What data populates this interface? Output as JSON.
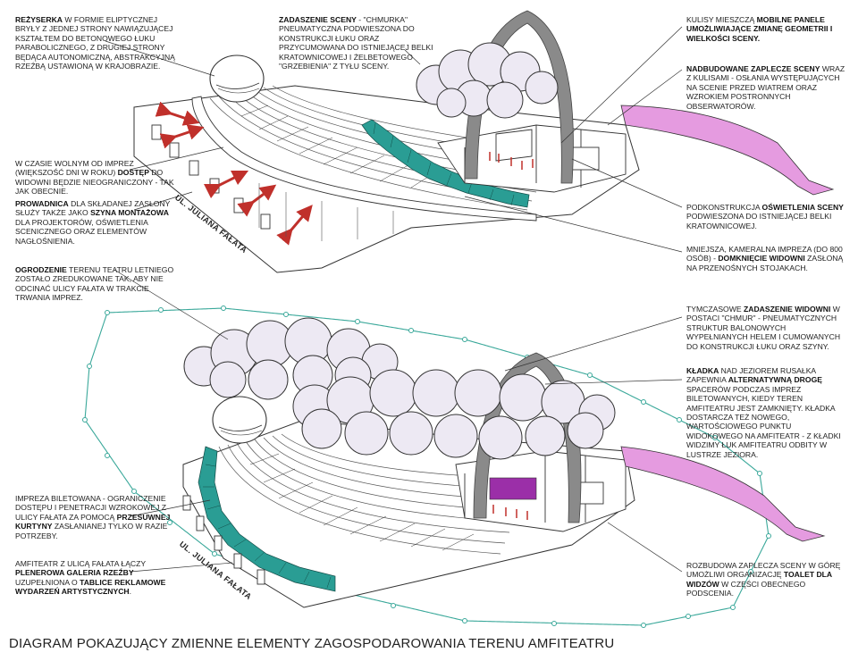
{
  "title": "DIAGRAM POKAZUJĄCY ZMIENNE ELEMENTY ZAGOSPODAROWANIA TERENU AMFITEATRU",
  "street_label": "UL. JULIANA FAŁATA",
  "colors": {
    "curtain": "#2a9d94",
    "arrow": "#c0302b",
    "gallery": "#e59be0",
    "fence": "#3aa89a",
    "arch": "#8a8a8a",
    "cloud": "#ede9f3",
    "stage_panel": "#9b2fa8"
  },
  "top": {
    "left_notes": [
      {
        "id": "rezyserka",
        "strong": "Reżyserka",
        "text": " w formie eliptycznej bryły z jednej strony nawiązującej kształtem do betonowego łuku parabolicznego, z drugiej strony będąca autonomiczną, abstrakcyjną rzeźbą ustawioną w krajobrazie."
      },
      {
        "id": "dostep",
        "pre": "W czasie wolnym od imprez (większość dni w roku) ",
        "strong": "dostęp",
        "text": " do widowni będzie nieograniczony - tak jak obecnie."
      },
      {
        "id": "prowadnica",
        "strong": "Prowadnica",
        "mid": " dla składanej zasłony służy także jako ",
        "strong2": "szyna montażowa",
        "text": " dla projektorów, oświetlenia scenicznego oraz elementów nagłośnienia."
      }
    ],
    "center_note": {
      "strong": "Zadaszenie sceny",
      "text": " - \"chmurka\" pneumatyczna podwieszona do konstrukcji łuku oraz przycumowana do istniejącej belki kratownicowej i żelbetowego \"grzebienia\" z tyłu sceny."
    },
    "right_notes": [
      {
        "id": "kulisy",
        "pre": "Kulisy mieszczą ",
        "strong": "mobilne panele umożliwiające zmianę geometrii i wielkości sceny."
      },
      {
        "id": "zaplecze",
        "strong": "Nadbudowane zaplecze sceny",
        "text": " wraz z kulisami - osłania występujących na scenie przed wiatrem oraz wzrokiem postronnych obserwatorów."
      },
      {
        "id": "oswietlenie",
        "pre": "Podkonstrukcja ",
        "strong": "oświetlenia sceny",
        "text": " podwieszona do istniejącej belki kratownicowej."
      },
      {
        "id": "kameralna",
        "pre": "Mniejsza, kameralna impreza (do 800 osób) - ",
        "strong": "domknięcie widowni",
        "text": " zasłoną na przenośnych stojakach."
      }
    ]
  },
  "middle_left_note": {
    "strong": "Ogrodzenie",
    "text": " terenu teatru letniego zostało zredukowane tak, aby nie odcinać ulicy Fałata w trakcie trwania imprez."
  },
  "bottom": {
    "left_notes": [
      {
        "id": "biletowana",
        "pre": "Impreza biletowana - ograniczenie dostępu i penetracji wzrokowej z ulicy Fałata za pomocą ",
        "strong": "przesuwnej kurtyny",
        "text": " zasłanianej tylko w razie potrzeby."
      },
      {
        "id": "galeria",
        "pre": "Amfiteatr z ulicą Fałata łączy ",
        "strong": "plenerowa galeria rzeźby",
        "mid": " uzupełniona o ",
        "strong2": "tablice reklamowe wydarzeń artystycznych",
        "text": "."
      }
    ],
    "right_notes": [
      {
        "id": "chmury",
        "pre": "Tymczasowe ",
        "strong": "zadaszenie widowni",
        "text": " w postaci \"chmur\" - pneumatycznych struktur balonowych wypełnianych helem i cumowanych do konstrukcji łuku oraz szyny."
      },
      {
        "id": "kladka",
        "strong": "Kładka",
        "pre2": " nad jeziorem Rusałka zapewnia ",
        "strong2": "alternatywną drogę",
        "text": " spacerów podczas imprez biletowanych, kiedy teren amfiteatru jest zamknięty. Kładka dostarcza też nowego, wartościowego punktu widokowego na amfiteatr - z kładki widzimy łuk amfiteatru odbity w lustrze jeziora."
      },
      {
        "id": "toalety",
        "pre": "Rozbudowa zaplecza sceny w górę umożliwi organizację ",
        "strong": "toalet dla widzów",
        "text": " w części obecnego podscenia."
      }
    ]
  }
}
